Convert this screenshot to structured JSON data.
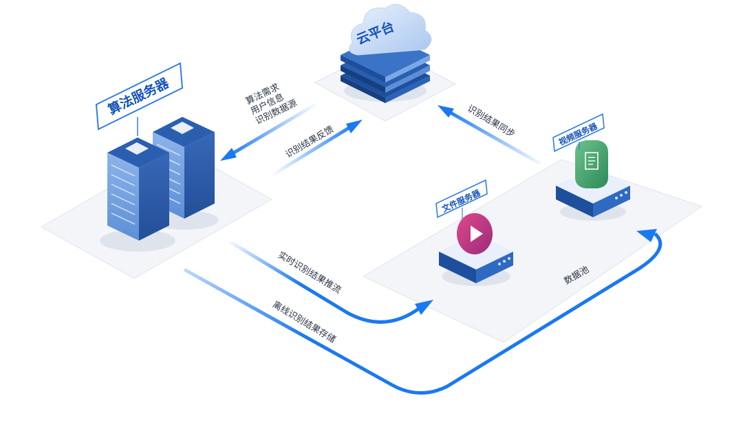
{
  "nodes": {
    "cloud": {
      "label": "云平台"
    },
    "algo_server": {
      "label": "算法服务器"
    },
    "file_server": {
      "label": "文件服务器"
    },
    "video_server": {
      "label": "视频服务器"
    },
    "data_pool": {
      "label": "数据池"
    }
  },
  "flows": {
    "cloud_to_algo": {
      "lines": [
        "算法需求",
        "用户信息",
        "识别数据源"
      ]
    },
    "algo_to_cloud": {
      "label": "识别结果反馈"
    },
    "video_to_cloud": {
      "label": "识别结果同步"
    },
    "realtime_push": {
      "label": "实时识别结果推流"
    },
    "offline_store": {
      "label": "离线识别结果存储"
    }
  },
  "colors": {
    "accent": "#1a78f2",
    "platform": "#f4f6fa",
    "server_dark": "#1d4f9c",
    "server_light": "#7aa8e6",
    "file_icon": "#c8357a",
    "video_icon": "#4aa46c"
  }
}
